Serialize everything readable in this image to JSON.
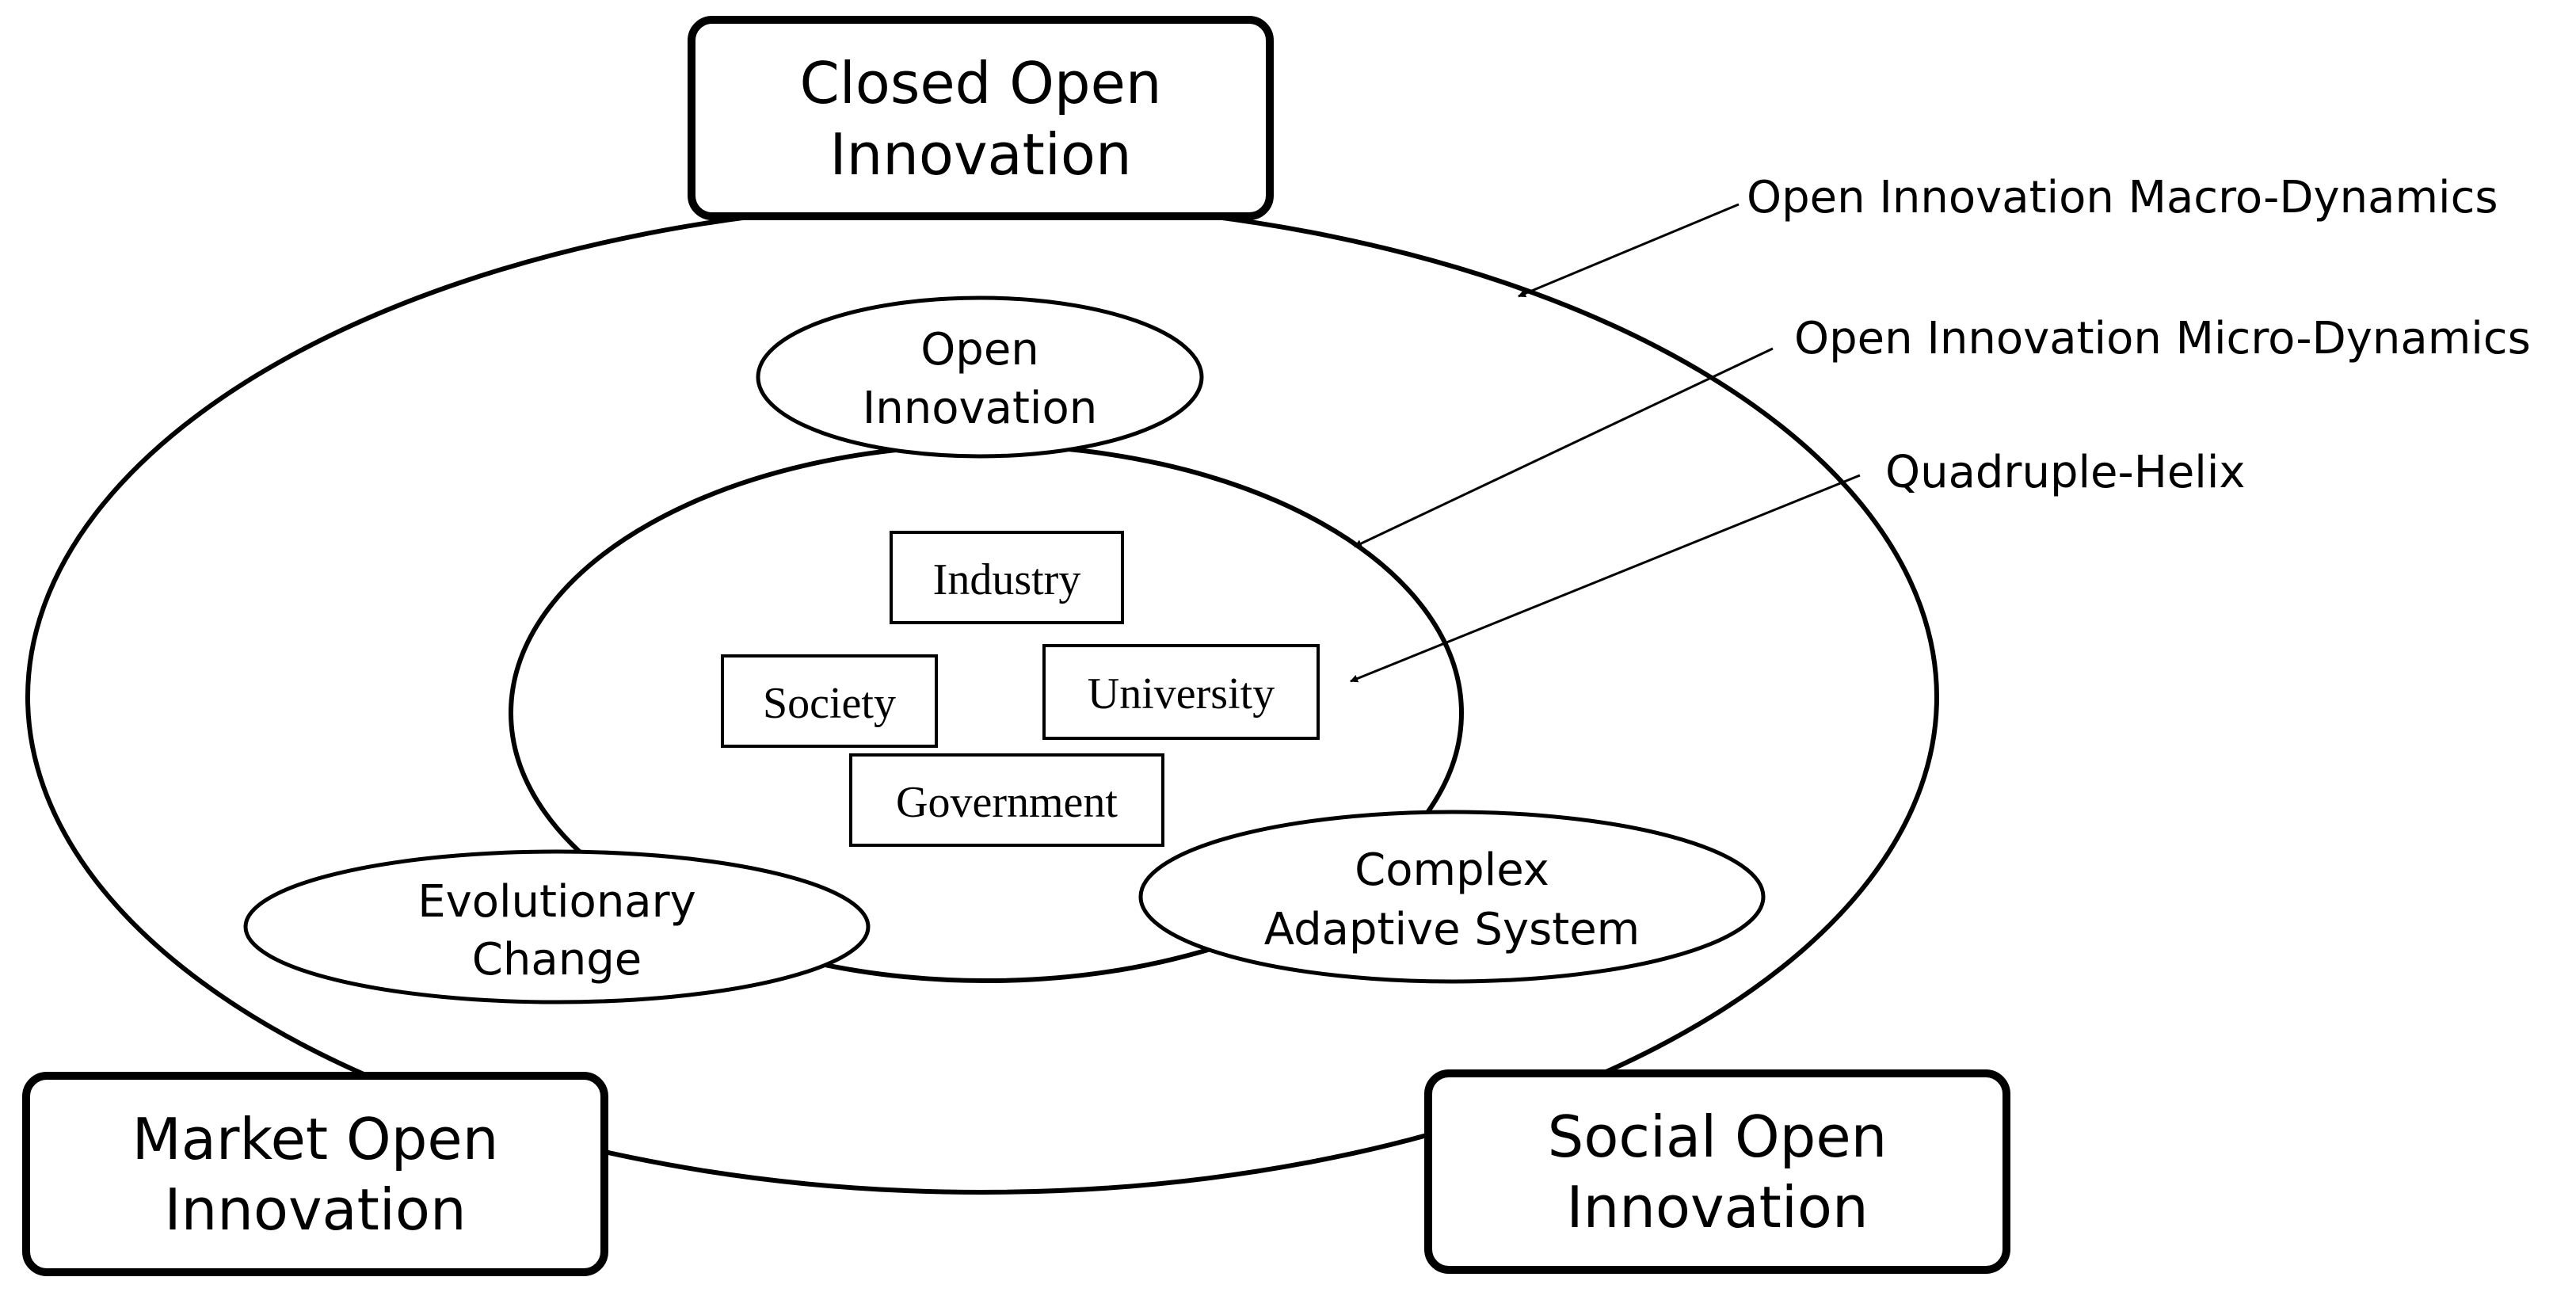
{
  "corners": {
    "closed": {
      "line1": "Closed Open",
      "line2": "Innovation"
    },
    "market": {
      "line1": "Market Open",
      "line2": "Innovation"
    },
    "social": {
      "line1": "Social Open",
      "line2": "Innovation"
    }
  },
  "ellipses": {
    "open_innovation": {
      "line1": "Open",
      "line2": "Innovation"
    },
    "evolutionary_change": {
      "line1": "Evolutionary",
      "line2": "Change"
    },
    "complex_adaptive_system": {
      "line1": "Complex",
      "line2": "Adaptive System"
    }
  },
  "helix": {
    "industry": "Industry",
    "society": "Society",
    "university": "University",
    "government": "Government"
  },
  "annotations": {
    "macro": "Open Innovation Macro-Dynamics",
    "micro": "Open Innovation Micro-Dynamics",
    "quadruple": "Quadruple-Helix"
  },
  "colors": {
    "stroke": "#000000",
    "background": "#ffffff"
  }
}
